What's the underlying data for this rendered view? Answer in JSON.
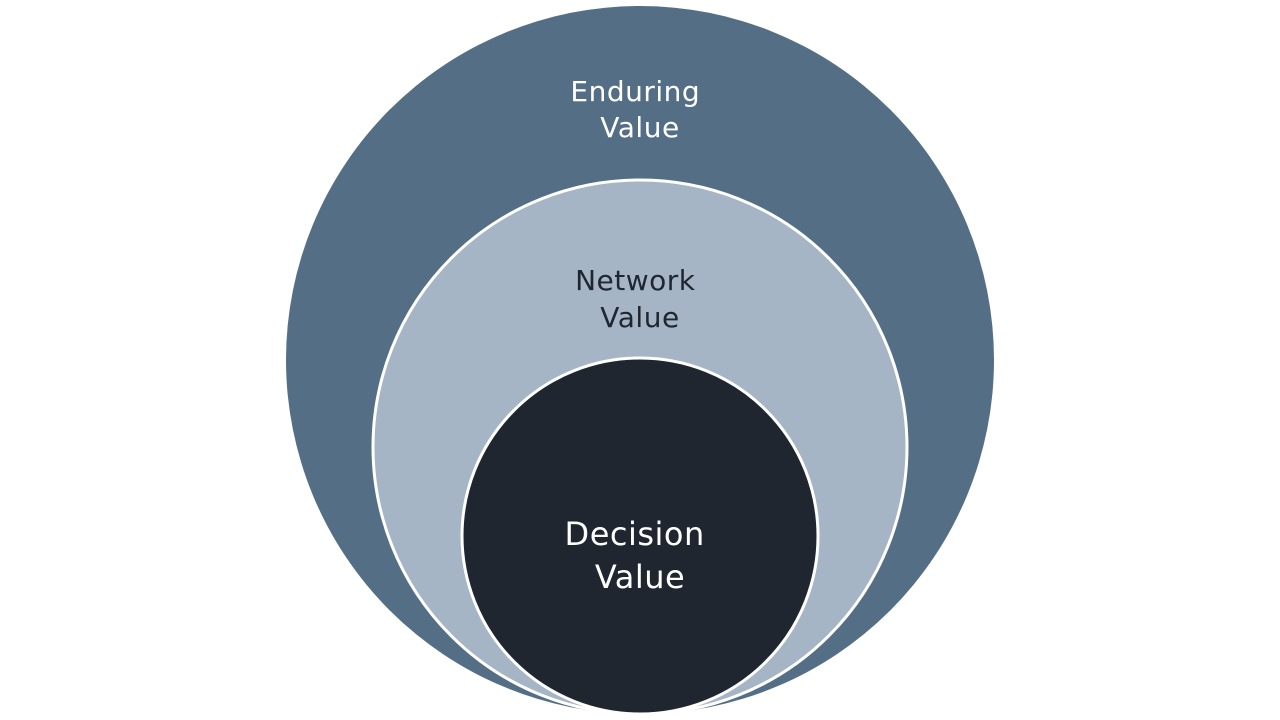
{
  "diagram": {
    "type": "nested-circles",
    "colors": {
      "outer": "#546e86",
      "middle": "#a5b5c5",
      "inner": "#1f2630",
      "border": "#ffffff"
    },
    "layers": [
      {
        "line1": "Enduring",
        "line2": "Value"
      },
      {
        "line1": "Network",
        "line2": "Value"
      },
      {
        "line1": "Decision",
        "line2": "Value"
      }
    ]
  }
}
